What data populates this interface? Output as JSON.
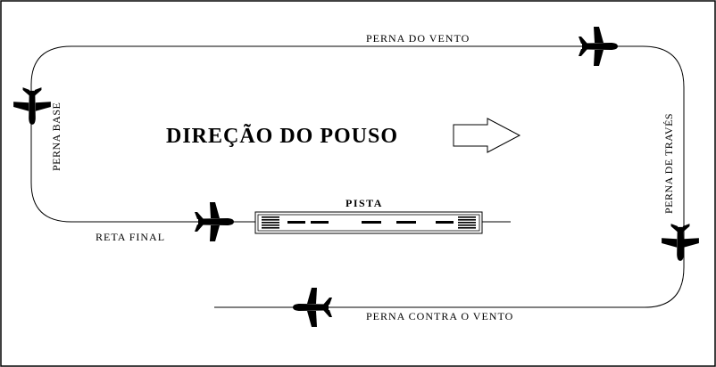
{
  "diagram": {
    "title": "DIREÇÃO DO POUSO",
    "runway_label": "PISTA",
    "legs": {
      "downwind": "PERNA DO VENTO",
      "crosswind": "PERNA DE TRAVÉS",
      "upwind": "PERNA CONTRA O VENTO",
      "base": "PERNA BASE",
      "final": "RETA FINAL"
    },
    "icons": {
      "airplane": "airplane-icon",
      "arrow": "direction-arrow-icon"
    },
    "colors": {
      "line": "#000000",
      "background": "#ffffff"
    }
  }
}
